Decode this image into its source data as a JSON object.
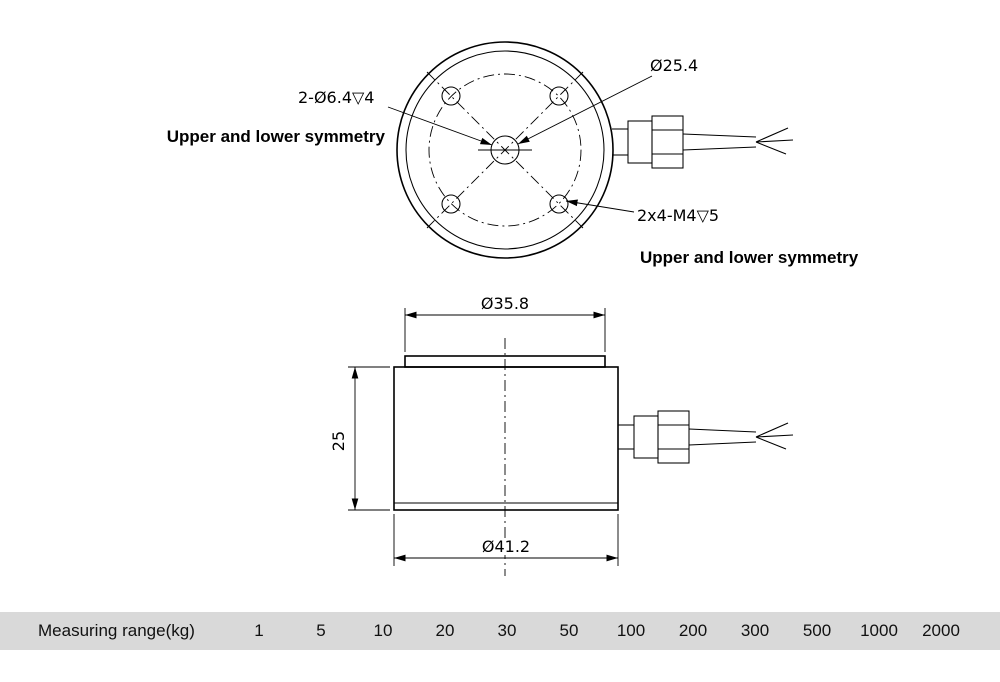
{
  "top_view": {
    "hole_callout_top": "2-Ø6.4▽4",
    "symmetry_note_left": "Upper and lower symmetry",
    "center_hole_diameter": "Ø25.4",
    "thread_callout": "2x4-M4▽5",
    "symmetry_note_right": "Upper and lower symmetry"
  },
  "side_view": {
    "top_diameter": "Ø35.8",
    "height": "25",
    "body_diameter": "Ø41.2"
  },
  "range_table": {
    "label": "Measuring range(kg)",
    "values": [
      "1",
      "5",
      "10",
      "20",
      "30",
      "50",
      "100",
      "200",
      "300",
      "500",
      "1000",
      "2000"
    ]
  }
}
